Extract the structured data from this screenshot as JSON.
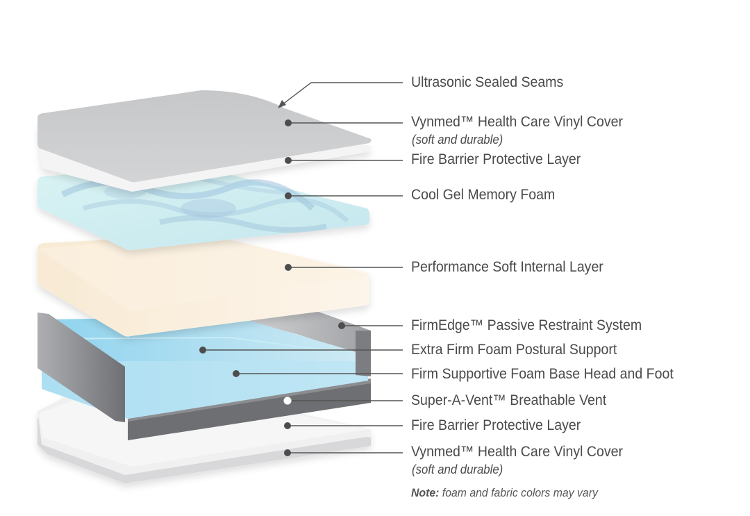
{
  "callouts": [
    {
      "id": "seams",
      "label": "Ultrasonic Sealed Seams"
    },
    {
      "id": "top-cover",
      "label": "Vynmed™ Health Care Vinyl Cover",
      "sub": "(soft and durable)"
    },
    {
      "id": "top-fire-barrier",
      "label": "Fire Barrier Protective Layer"
    },
    {
      "id": "gel-foam",
      "label": "Cool Gel Memory Foam"
    },
    {
      "id": "soft-layer",
      "label": "Performance Soft Internal Layer"
    },
    {
      "id": "firmedge",
      "label": "FirmEdge™ Passive Restraint System"
    },
    {
      "id": "extra-firm",
      "label": "Extra Firm Foam Postural Support"
    },
    {
      "id": "foam-base",
      "label": "Firm Supportive Foam Base Head and Foot"
    },
    {
      "id": "vent",
      "label": "Super-A-Vent™ Breathable Vent"
    },
    {
      "id": "bottom-fire-barrier",
      "label": "Fire Barrier Protective Layer"
    },
    {
      "id": "bottom-cover",
      "label": "Vynmed™ Health Care Vinyl Cover",
      "sub": "(soft and durable)"
    }
  ],
  "note": {
    "prefix": "Note:",
    "text": " foam and fabric colors may vary"
  },
  "colors": {
    "text": "#4a4a4a",
    "leader_line": "#555555",
    "dot": "#4d4d4d",
    "vent_dot": "#ffffff",
    "cover_gray": "#c9cacc",
    "fire_barrier": "#f2f2f3",
    "gel_foam": "#cfeef0",
    "soft_layer": "#fbefdd",
    "edge_rail": "#8a8b8e",
    "firm_foam": "#a6dcef",
    "bottom_cover": "#ebebec"
  }
}
